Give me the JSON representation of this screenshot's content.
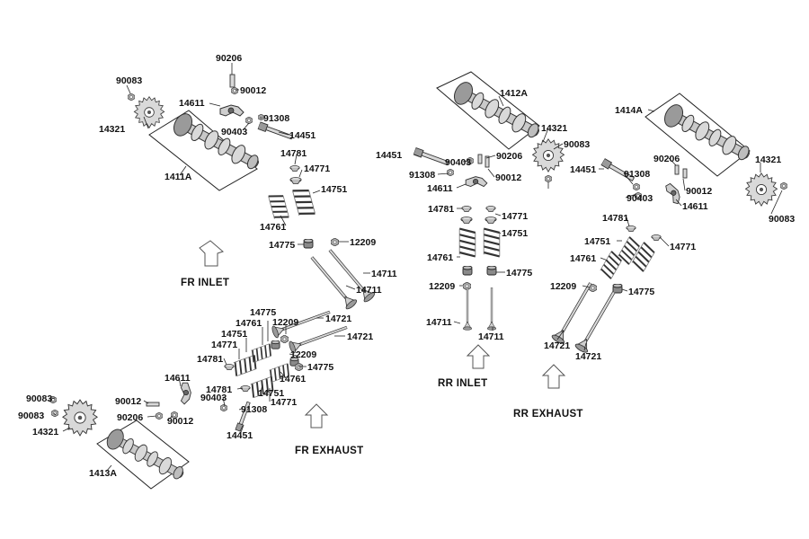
{
  "groups": {
    "fr_inlet": "FR  INLET",
    "fr_exhaust": "FR EXHAUST",
    "rr_inlet": "RR  INLET",
    "rr_exhaust": "RR EXHAUST"
  },
  "labels": {
    "a1": "90206",
    "a2": "90012",
    "a3": "14611",
    "a4": "90083",
    "a5": "14321",
    "a6": "91308",
    "a7": "90403",
    "a8": "14451",
    "a9": "1411A",
    "a10": "14781",
    "a11": "14771",
    "a12": "14751",
    "a13": "14761",
    "a14": "14775",
    "a15": "12209",
    "a16": "14711",
    "a17": "14711",
    "b1": "14775",
    "b2": "14761",
    "b3": "12209",
    "b4": "14721",
    "b5": "14751",
    "b6": "14721",
    "b7": "14771",
    "b8": "14781",
    "b9": "12209",
    "b10": "14775",
    "b11": "14611",
    "b12": "14781",
    "b13": "90403",
    "b14": "14751",
    "b15": "14771",
    "b16": "14761",
    "b17": "90012",
    "b18": "90206",
    "b19": "90012",
    "b20": "91308",
    "b21": "14451",
    "b22": "90083",
    "b23": "90083",
    "b24": "14321",
    "b25": "1413A",
    "c1": "1412A",
    "c2": "14321",
    "c3": "14451",
    "c4": "90403",
    "c5": "90206",
    "c6": "91308",
    "c7": "90012",
    "c8": "90083",
    "c9": "14611",
    "c10": "14781",
    "c11": "14771",
    "c12": "14751",
    "c13": "14761",
    "c14": "14775",
    "c15": "12209",
    "c16": "14711",
    "c17": "14711",
    "d1": "1414A",
    "d2": "14321",
    "d3": "90206",
    "d4": "14451",
    "d5": "91308",
    "d6": "90012",
    "d7": "90403",
    "d8": "14611",
    "d9": "90083",
    "d10": "14781",
    "d11": "14751",
    "d12": "14771",
    "d13": "14761",
    "d14": "12209",
    "d15": "14775",
    "d16": "14721",
    "d17": "14721"
  },
  "icons": [
    "camshaft-icon",
    "sprocket-icon",
    "valve-icon",
    "spring-icon",
    "retainer-icon",
    "cotter-icon",
    "seal-icon",
    "shim-icon",
    "bolt-icon",
    "rocker-arm-icon",
    "washer-icon",
    "direction-arrow-icon"
  ]
}
